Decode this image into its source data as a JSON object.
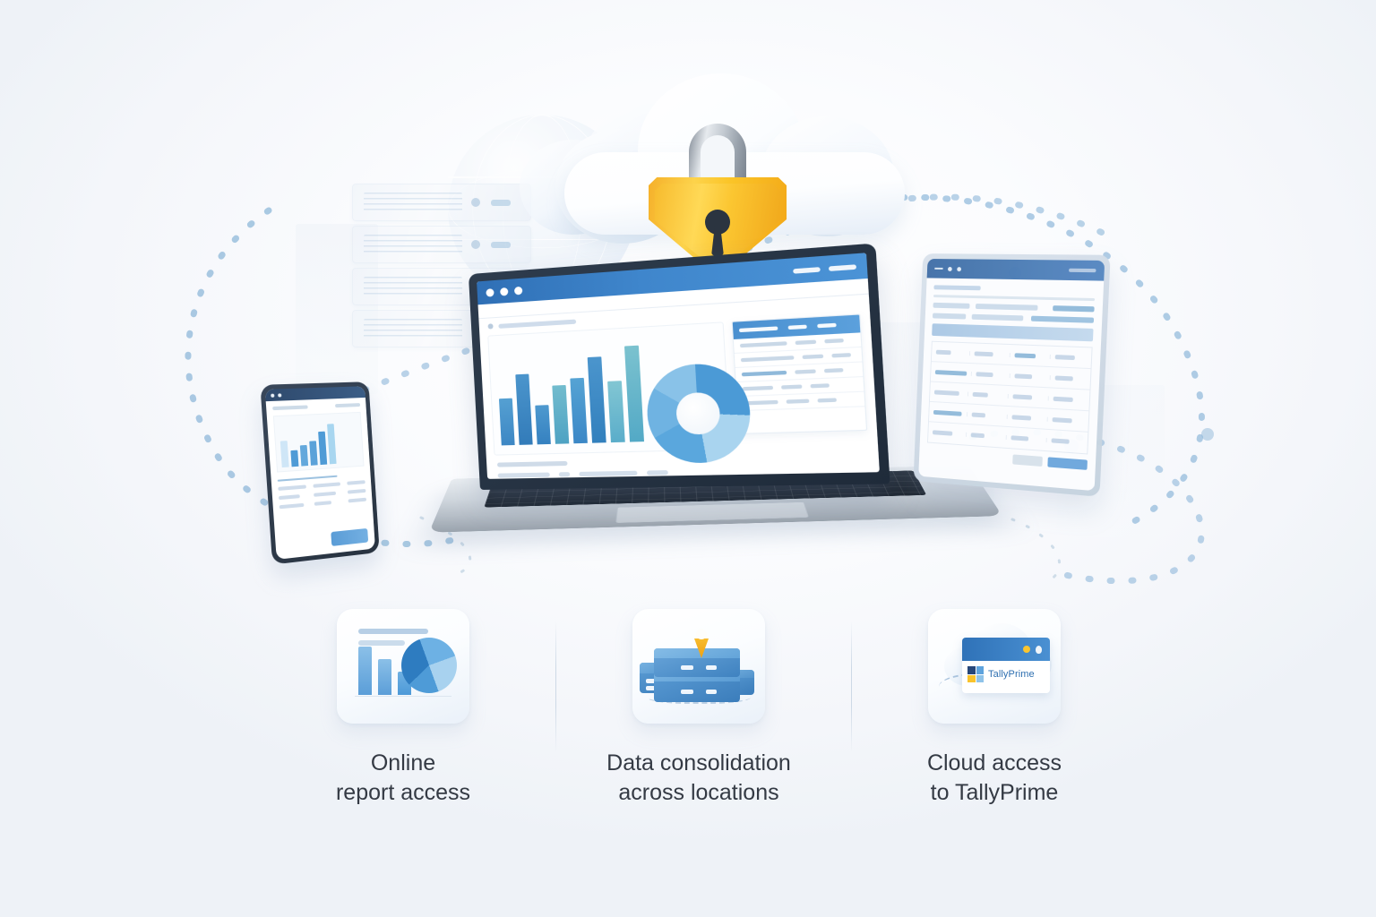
{
  "scene": {
    "title": "Cloud access to TallyPrime illustration",
    "background_color": "#f6f8fb",
    "accent_blue": "#4a90d0",
    "accent_yellow": "#fbc52f",
    "text_color": "#343a44"
  },
  "hero": {
    "cloud": {
      "icon": "cloud-icon",
      "label": "cloud"
    },
    "lock": {
      "icon": "shield-lock-icon",
      "label": "secure lock shield",
      "body_color": "#fbc528",
      "shackle_color": "#b6bec7",
      "keyhole_color": "#2b3440"
    },
    "globe": {
      "icon": "globe-wireframe-icon"
    },
    "server_rack": {
      "icon": "server-rack-icon",
      "units": 4
    }
  },
  "laptop": {
    "device": "laptop",
    "window": {
      "titlebar_dots": 3,
      "titlebar_pills": 2,
      "breadcrumb_bar": true
    },
    "table_panel": {
      "header_cells": 3,
      "rows": 5
    },
    "footer_lines": 2
  },
  "phone": {
    "device": "smartphone",
    "primary_button_color": "#5a9cd6"
  },
  "tablet": {
    "device": "tablet",
    "grid_rows": 5,
    "grid_cols": 4,
    "primary_button_color": "#6aa5dc"
  },
  "features": [
    {
      "id": "online-report-access",
      "icon": "report-chart-icon",
      "caption_line1": "Online",
      "caption_line2": "report access"
    },
    {
      "id": "data-consolidation",
      "icon": "server-location-pin-icon",
      "caption_line1": "Data consolidation",
      "caption_line2": "across locations"
    },
    {
      "id": "cloud-access-tallyprime",
      "icon": "cloud-browser-tallyprime-icon",
      "caption_line1": "Cloud access",
      "caption_line2": "to TallyPrime"
    }
  ],
  "brand": {
    "name": "TallyPrime",
    "logo_colors": [
      "#27477a",
      "#5ea3dd",
      "#f9c32c",
      "#8fc3e9"
    ],
    "name_color": "#2e6fb0"
  },
  "chart_data": [
    {
      "id": "laptop-bar-chart",
      "type": "bar",
      "title": "",
      "categories": [
        "1",
        "2",
        "3",
        "4",
        "5",
        "6",
        "7",
        "8"
      ],
      "values": [
        46,
        68,
        38,
        56,
        62,
        82,
        58,
        90
      ],
      "ylim": [
        0,
        100
      ],
      "xlabel": "",
      "ylabel": "",
      "colors": [
        "#4a90c8",
        "#3d87c4",
        "#3f8ec9",
        "#63b1c9",
        "#4a96cd",
        "#3d8bc6",
        "#74bccd",
        "#6dbcc9"
      ]
    },
    {
      "id": "laptop-donut-chart",
      "type": "pie",
      "title": "",
      "categories": [
        "A",
        "B",
        "C",
        "D",
        "E"
      ],
      "values": [
        26,
        22,
        19,
        17,
        16
      ],
      "colors": [
        "#4b9ad6",
        "#a9d4ef",
        "#5aa7dd",
        "#6fb3e2",
        "#89c2e8"
      ]
    },
    {
      "id": "phone-bar-chart",
      "type": "bar",
      "categories": [
        "1",
        "2",
        "3",
        "4",
        "5",
        "6"
      ],
      "values": [
        56,
        34,
        44,
        52,
        72,
        86
      ],
      "ylim": [
        0,
        100
      ],
      "colors": [
        "#cfe6f7",
        "#4f9bd6",
        "#63a8dc",
        "#5ba2d9",
        "#4f9bd6",
        "#a8d6f0"
      ]
    },
    {
      "id": "card1-bar-chart",
      "type": "bar",
      "categories": [
        "1",
        "2",
        "3"
      ],
      "values": [
        82,
        58,
        38
      ],
      "ylim": [
        0,
        100
      ],
      "colors": [
        "#7ab6e4",
        "#6aace0",
        "#4d9ad8"
      ]
    },
    {
      "id": "card1-pie-chart",
      "type": "pie",
      "categories": [
        "A",
        "B",
        "C",
        "D"
      ],
      "values": [
        32,
        26,
        24,
        18
      ],
      "colors": [
        "#2e7cc0",
        "#6db1e4",
        "#a8d2ef",
        "#4e9bd7"
      ]
    }
  ]
}
